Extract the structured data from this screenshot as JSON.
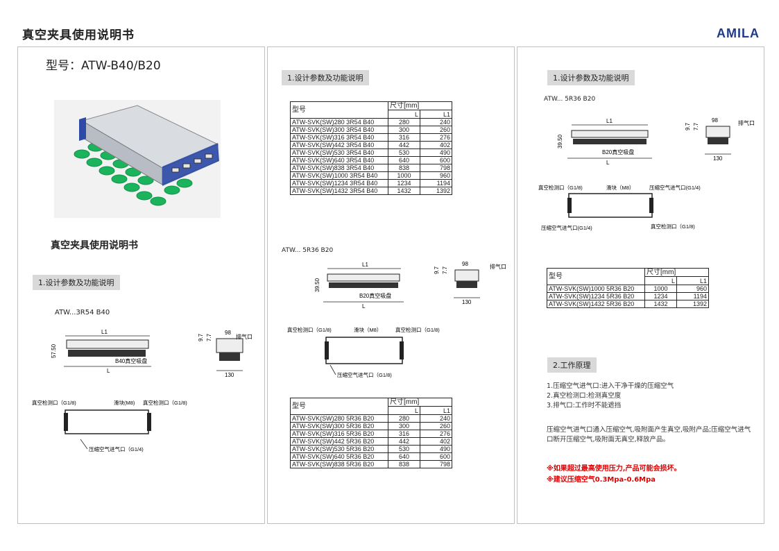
{
  "header": {
    "title": "真空夹具使用说明书",
    "brand": "AMILA"
  },
  "panel1": {
    "model_title": "型号：ATW-B40/B20",
    "manual_title": "真空夹具使用说明书",
    "section_label": "1.设计参数及功能说明",
    "variant": "ATW...3R54 B40",
    "dims": {
      "L1": "L1",
      "L": "L",
      "h1": "57.50",
      "w": "98",
      "d1": "9.7",
      "d2": "7.7",
      "w2": "130",
      "exhaust": "排气口",
      "cup": "B40真空吸盘"
    },
    "ports": {
      "vac_left": "真空检测口（G1/8)",
      "slider": "滑块(M8)",
      "vac_right": "真空检测口（G1/8)",
      "air_in": "压缩空气进气口（G1/4)"
    }
  },
  "panel2": {
    "section_label": "1.设计参数及功能说明",
    "table1": {
      "col_model": "型号",
      "col_size": "尺寸[mm]",
      "col_L": "L",
      "col_L1": "L1",
      "rows": [
        [
          "ATW-SVK(SW)280 3R54 B40",
          "280",
          "240"
        ],
        [
          "ATW-SVK(SW)300 3R54 B40",
          "300",
          "260"
        ],
        [
          "ATW-SVK(SW)316 3R54 B40",
          "316",
          "276"
        ],
        [
          "ATW-SVK(SW)442 3R54 B40",
          "442",
          "402"
        ],
        [
          "ATW-SVK(SW)530 3R54 B40",
          "530",
          "490"
        ],
        [
          "ATW-SVK(SW)640 3R54 B40",
          "640",
          "600"
        ],
        [
          "ATW-SVK(SW)838 3R54 B40",
          "838",
          "798"
        ],
        [
          "ATW-SVK(SW)1000 3R54 B40",
          "1000",
          "960"
        ],
        [
          "ATW-SVK(SW)1234 3R54 B40",
          "1234",
          "1194"
        ],
        [
          "ATW-SVK(SW)1432 3R54 B40",
          "1432",
          "1392"
        ]
      ]
    },
    "variant": "ATW... 5R36 B20",
    "dims": {
      "L1": "L1",
      "L": "L",
      "h1": "39.50",
      "w": "98",
      "d1": "9.7",
      "d2": "7.7",
      "w2": "130",
      "exhaust": "排气口",
      "cup": "B20真空吸盘"
    },
    "ports": {
      "vac_left": "真空检测口（G1/8)",
      "slider": "滑块（M8）",
      "vac_right": "真空检测口（G1/8)",
      "air_in": "压缩空气进气口（G1/8)"
    },
    "table2": {
      "col_model": "型号",
      "col_size": "尺寸[mm]",
      "col_L": "L",
      "col_L1": "L1",
      "rows": [
        [
          "ATW-SVK(SW)280 5R36 B20",
          "280",
          "240"
        ],
        [
          "ATW-SVK(SW)300 5R36 B20",
          "300",
          "260"
        ],
        [
          "ATW-SVK(SW)316 5R36 B20",
          "316",
          "276"
        ],
        [
          "ATW-SVK(SW)442 5R36 B20",
          "442",
          "402"
        ],
        [
          "ATW-SVK(SW)530 5R36 B20",
          "530",
          "490"
        ],
        [
          "ATW-SVK(SW)640 5R36 B20",
          "640",
          "600"
        ],
        [
          "ATW-SVK(SW)838 5R36 B20",
          "838",
          "798"
        ]
      ]
    }
  },
  "panel3": {
    "section_label": "1.设计参数及功能说明",
    "variant": "ATW... 5R36 B20",
    "dims": {
      "L1": "L1",
      "L": "L",
      "h1": "39.50",
      "w": "98",
      "d1": "9.7",
      "d2": "7.7",
      "w2": "130",
      "exhaust": "排气口",
      "cup": "B20真空吸盘"
    },
    "ports": {
      "vac_left": "真空检测口（G1/8)",
      "slider": "滑块（M8）",
      "air_in_top": "压缩空气进气口(G1/4)",
      "air_in_bottom": "压缩空气进气口(G1/4)",
      "vac_right": "真空检测口（G1/8)"
    },
    "table": {
      "col_model": "型号",
      "col_size": "尺寸[mm]",
      "col_L": "L",
      "col_L1": "L1",
      "rows": [
        [
          "ATW-SVK(SW)1000 5R36 B20",
          "1000",
          "960"
        ],
        [
          "ATW-SVK(SW)1234 5R36 B20",
          "1234",
          "1194"
        ],
        [
          "ATW-SVK(SW)1432 5R36 B20",
          "1432",
          "1392"
        ]
      ]
    },
    "section2_label": "2.工作原理",
    "principle": [
      "1.压缩空气进气口:进入干净干燥的压缩空气",
      "2.真空检测口:检测真空度",
      "3.排气口:工作时不能遮挡"
    ],
    "paragraph": "压缩空气进气口通入压缩空气,吸附面产生真空,吸附产品;压缩空气进气口断开压缩空气,吸附面无真空,释放产品。",
    "warning1": "※如果超过最高使用压力,产品可能会损坏。",
    "warning2": "※建议压缩空气0.3Mpa-0.6Mpa"
  },
  "colors": {
    "accent": "#1f3a8a",
    "warning": "#e30000",
    "cup_green": "#19b45a",
    "frame_blue": "#2c4aa6"
  }
}
